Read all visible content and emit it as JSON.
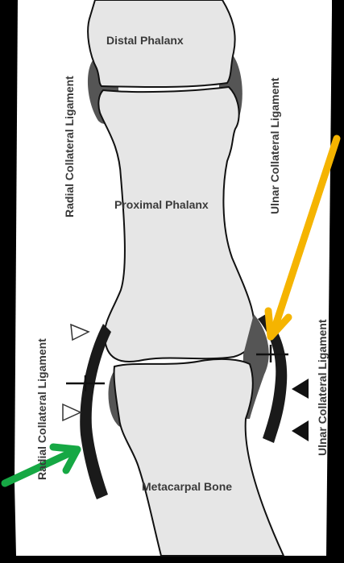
{
  "labels": {
    "distal_phalanx": "Distal Phalanx",
    "proximal_phalanx": "Proximal Phalanx",
    "metacarpal_bone": "Metacarpal Bone",
    "radial_ligament_top": "Radial Collateral Ligament",
    "ulnar_ligament_top": "Ulnar Collateral Ligament",
    "radial_ligament_bottom": "Radial Collateral Ligament",
    "ulnar_ligament_bottom": "Ulnar Collateral Ligament"
  },
  "colors": {
    "background": "#000000",
    "panel": "#ffffff",
    "bone_fill": "#e6e6e6",
    "bone_outline": "#111111",
    "ligament_dark": "#555555",
    "ligament_band": "#1a1a1a",
    "arrow_orange": "#f5b400",
    "arrow_green": "#16a844"
  },
  "icons": {
    "orange_arrow": "arrow-down-left-icon",
    "green_arrow": "arrow-up-right-icon",
    "open_triangle": "open-triangle-pointer-icon",
    "filled_triangle": "filled-triangle-pointer-icon"
  }
}
